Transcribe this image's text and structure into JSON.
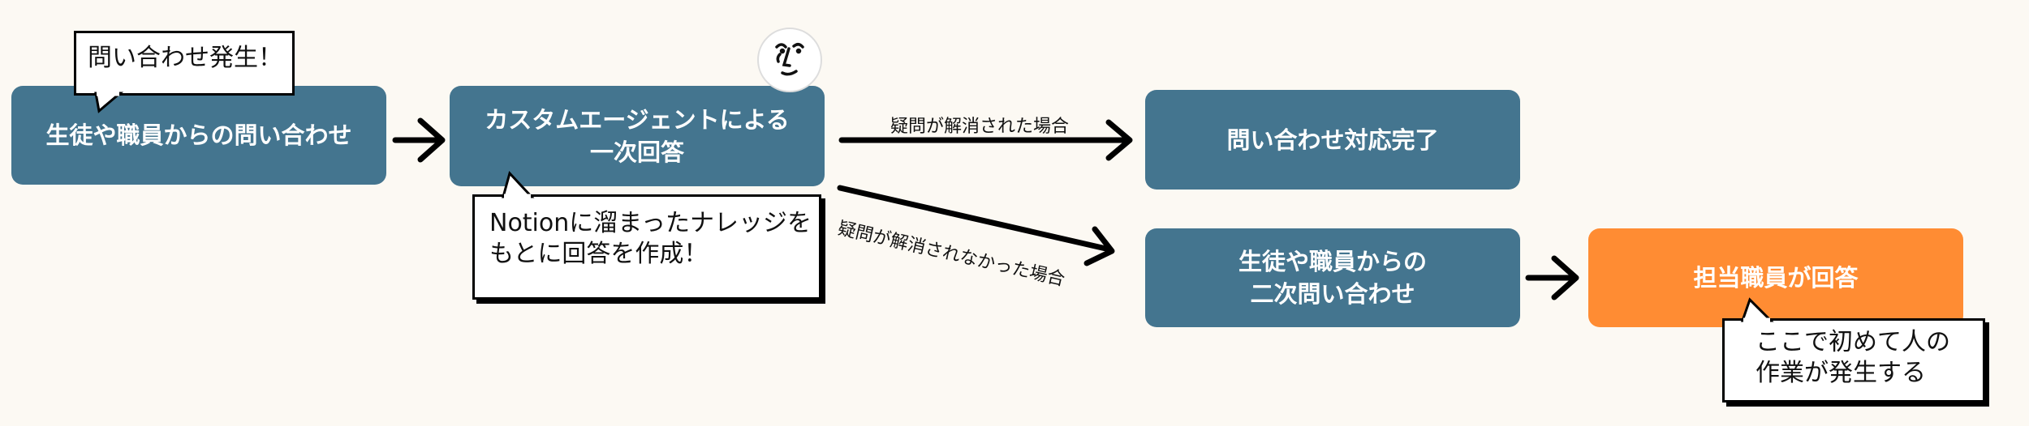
{
  "nodes": {
    "student_inquiry": "生徒や職員からの問い合わせ",
    "custom_agent_line1": "カスタムエージェントによる",
    "custom_agent_line2": "一次回答",
    "inquiry_complete": "問い合わせ対応完了",
    "secondary_inquiry_line1": "生徒や職員からの",
    "secondary_inquiry_line2": "二次問い合わせ",
    "staff_answer": "担当職員が回答"
  },
  "callouts": {
    "inquiry_occurs": "問い合わせ発生！",
    "notion_line1": "Notionに溜まったナレッジを",
    "notion_line2": "もとに回答を作成！",
    "first_human_line1": "ここで初めて人の",
    "first_human_line2": "作業が発生する"
  },
  "edges": {
    "resolved": "疑問が解消された場合",
    "not_resolved": "疑問が解消されなかった場合"
  },
  "icons": {
    "agent_avatar": "face-sketch-icon",
    "arrow": "right-arrow-icon"
  },
  "colors": {
    "background": "#fcf9f3",
    "node_teal": "#44758f",
    "node_orange": "#ff8c33",
    "text_white": "#ffffff",
    "line": "#000000"
  }
}
